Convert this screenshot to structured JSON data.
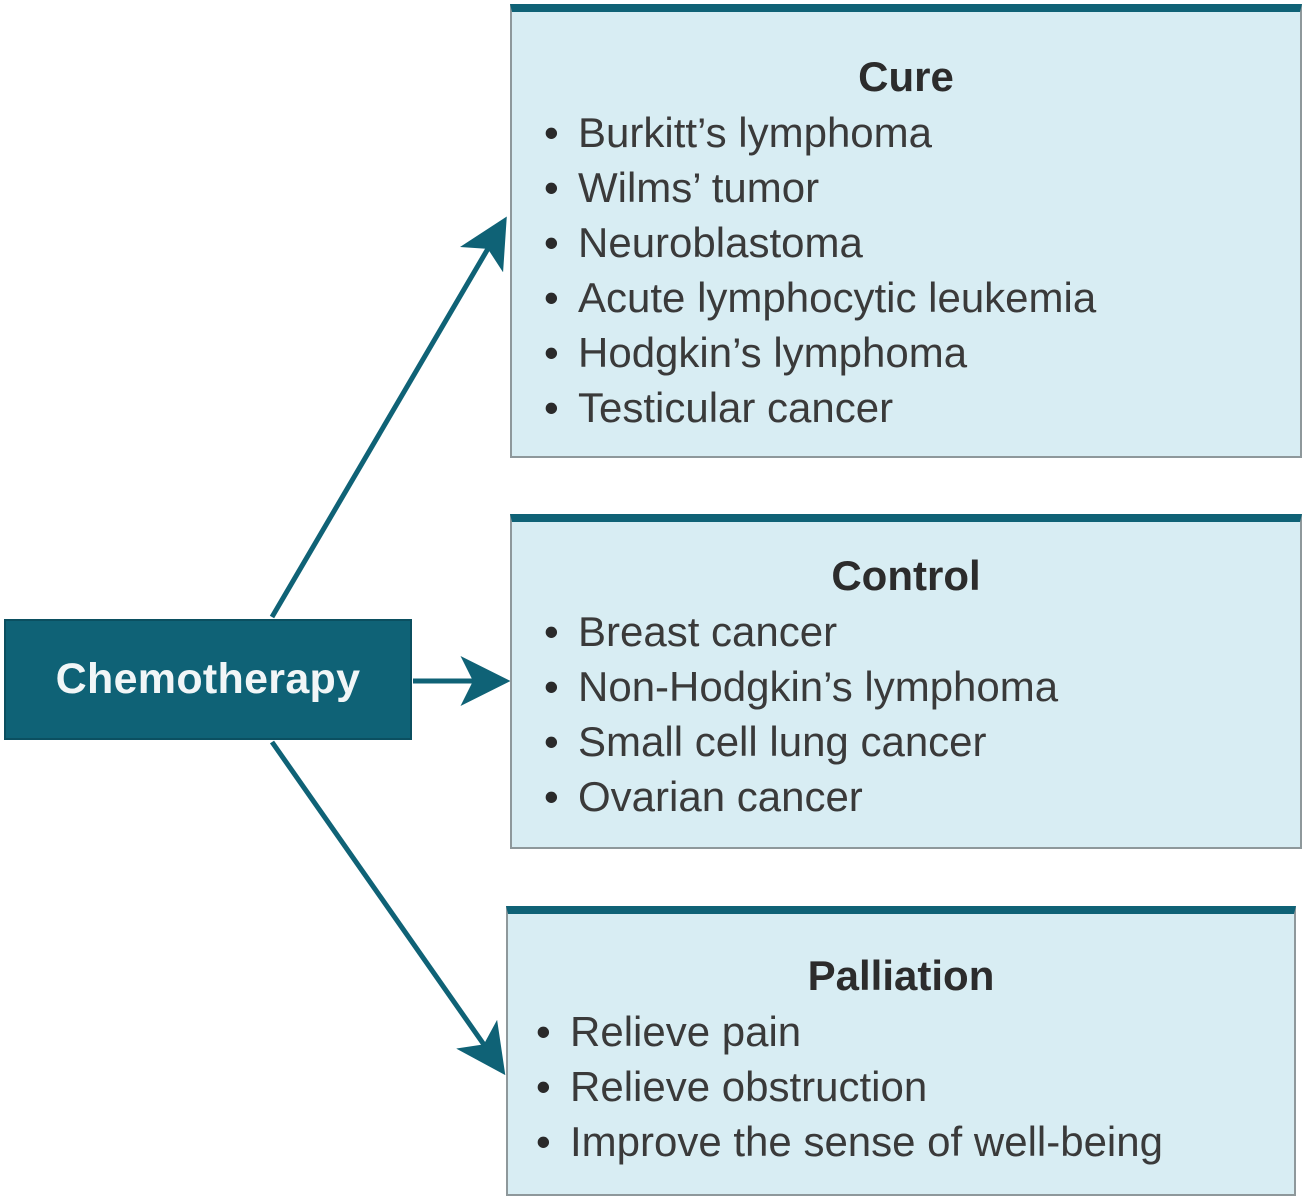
{
  "colors": {
    "accent": "#0f6276",
    "panel_fill": "#d8edf3",
    "panel_border": "#8e989b",
    "source_text": "#f1f6f7"
  },
  "source": {
    "label": "Chemotherapy"
  },
  "panels": [
    {
      "id": "cure",
      "title": "Cure",
      "items": [
        "Burkitt’s lymphoma",
        "Wilms’ tumor",
        "Neuroblastoma",
        "Acute lymphocytic leukemia",
        "Hodgkin’s lymphoma",
        "Testicular cancer"
      ]
    },
    {
      "id": "control",
      "title": "Control",
      "items": [
        "Breast cancer",
        "Non-Hodgkin’s lymphoma",
        "Small cell lung cancer",
        "Ovarian cancer"
      ]
    },
    {
      "id": "palliation",
      "title": "Palliation",
      "items": [
        "Relieve pain",
        "Relieve obstruction",
        "Improve the sense of well-being"
      ]
    }
  ]
}
